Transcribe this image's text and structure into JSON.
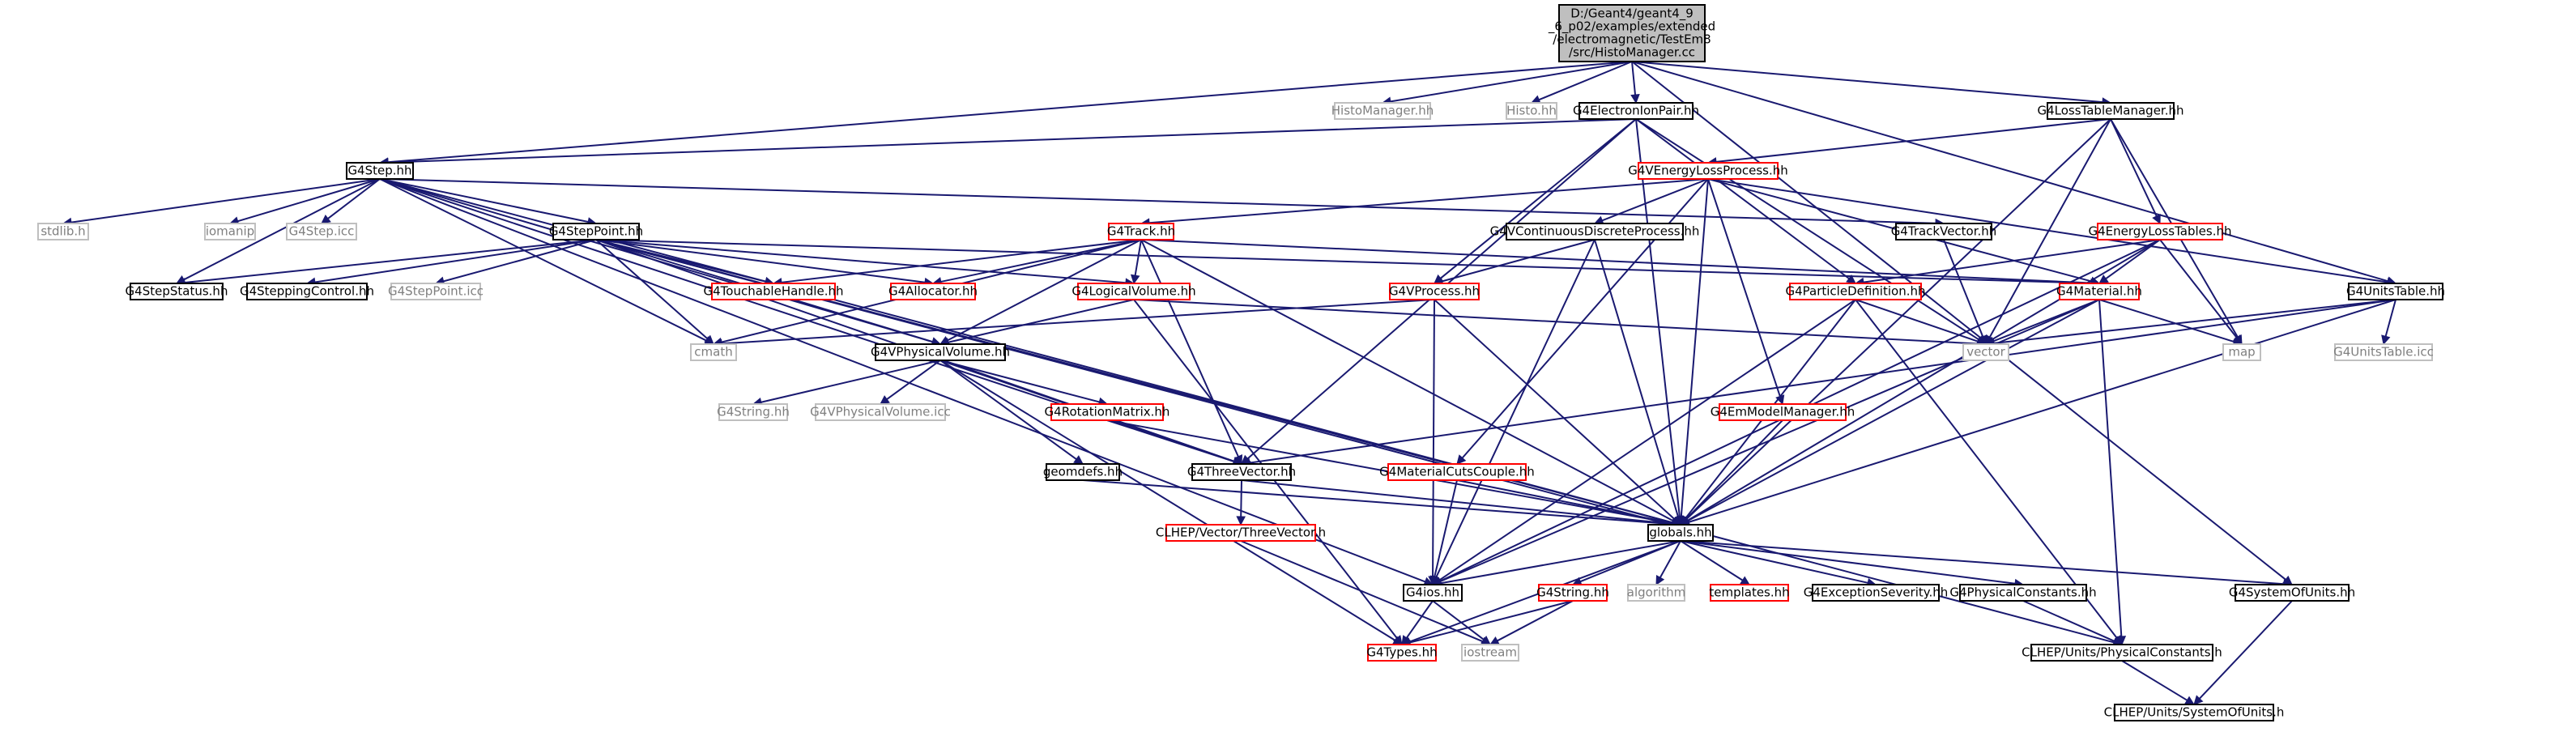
{
  "nodes": [
    {
      "id": "HistoManager.cc",
      "label": "D:/Geant4/geant4_9\n_6_p02/examples/extended\n/electromagnetic/TestEm8\n/src/HistoManager.cc",
      "style": "root"
    },
    {
      "id": "HistoManager.hh",
      "label": "HistoManager.hh",
      "style": "external"
    },
    {
      "id": "Histo.hh",
      "label": "Histo.hh",
      "style": "external"
    },
    {
      "id": "G4ElectronIonPair.hh",
      "label": "G4ElectronIonPair.hh",
      "style": "normal"
    },
    {
      "id": "G4LossTableManager.hh",
      "label": "G4LossTableManager.hh",
      "style": "normal"
    },
    {
      "id": "G4Step.hh",
      "label": "G4Step.hh",
      "style": "normal"
    },
    {
      "id": "G4VEnergyLossProcess.hh",
      "label": "G4VEnergyLossProcess.hh",
      "style": "truncated"
    },
    {
      "id": "stdlib.h",
      "label": "stdlib.h",
      "style": "external"
    },
    {
      "id": "iomanip",
      "label": "iomanip",
      "style": "external"
    },
    {
      "id": "G4Step.icc",
      "label": "G4Step.icc",
      "style": "external"
    },
    {
      "id": "G4StepPoint.hh",
      "label": "G4StepPoint.hh",
      "style": "normal"
    },
    {
      "id": "G4Track.hh",
      "label": "G4Track.hh",
      "style": "truncated"
    },
    {
      "id": "G4VContinuousDiscreteProcess.hh",
      "label": "G4VContinuousDiscreteProcess.hh",
      "style": "normal"
    },
    {
      "id": "G4TrackVector.hh",
      "label": "G4TrackVector.hh",
      "style": "normal"
    },
    {
      "id": "G4EnergyLossTables.hh",
      "label": "G4EnergyLossTables.hh",
      "style": "truncated"
    },
    {
      "id": "G4StepStatus.hh",
      "label": "G4StepStatus.hh",
      "style": "normal"
    },
    {
      "id": "G4SteppingControl.hh",
      "label": "G4SteppingControl.hh",
      "style": "normal"
    },
    {
      "id": "G4StepPoint.icc",
      "label": "G4StepPoint.icc",
      "style": "external"
    },
    {
      "id": "G4TouchableHandle.hh",
      "label": "G4TouchableHandle.hh",
      "style": "truncated"
    },
    {
      "id": "G4Allocator.hh",
      "label": "G4Allocator.hh",
      "style": "truncated"
    },
    {
      "id": "G4LogicalVolume.hh",
      "label": "G4LogicalVolume.hh",
      "style": "truncated"
    },
    {
      "id": "G4VProcess.hh",
      "label": "G4VProcess.hh",
      "style": "truncated"
    },
    {
      "id": "G4ParticleDefinition.hh",
      "label": "G4ParticleDefinition.hh",
      "style": "truncated"
    },
    {
      "id": "G4Material.hh",
      "label": "G4Material.hh",
      "style": "truncated"
    },
    {
      "id": "G4UnitsTable.hh",
      "label": "G4UnitsTable.hh",
      "style": "normal"
    },
    {
      "id": "cmath",
      "label": "cmath",
      "style": "external"
    },
    {
      "id": "G4VPhysicalVolume.hh",
      "label": "G4VPhysicalVolume.hh",
      "style": "normal"
    },
    {
      "id": "vector",
      "label": "vector",
      "style": "external"
    },
    {
      "id": "map",
      "label": "map",
      "style": "external"
    },
    {
      "id": "G4UnitsTable.icc",
      "label": "G4UnitsTable.icc",
      "style": "external"
    },
    {
      "id": "G4String.hh_ext",
      "label": "G4String.hh",
      "style": "external"
    },
    {
      "id": "G4VPhysicalVolume.icc",
      "label": "G4VPhysicalVolume.icc",
      "style": "external"
    },
    {
      "id": "G4RotationMatrix.hh",
      "label": "G4RotationMatrix.hh",
      "style": "truncated"
    },
    {
      "id": "G4EmModelManager.hh",
      "label": "G4EmModelManager.hh",
      "style": "truncated"
    },
    {
      "id": "geomdefs.hh",
      "label": "geomdefs.hh",
      "style": "normal"
    },
    {
      "id": "G4ThreeVector.hh",
      "label": "G4ThreeVector.hh",
      "style": "normal"
    },
    {
      "id": "G4MaterialCutsCouple.hh",
      "label": "G4MaterialCutsCouple.hh",
      "style": "truncated"
    },
    {
      "id": "CLHEP/Vector/ThreeVector.h",
      "label": "CLHEP/Vector/ThreeVector.h",
      "style": "truncated"
    },
    {
      "id": "globals.hh",
      "label": "globals.hh",
      "style": "normal"
    },
    {
      "id": "G4ios.hh",
      "label": "G4ios.hh",
      "style": "normal"
    },
    {
      "id": "G4String.hh",
      "label": "G4String.hh",
      "style": "truncated"
    },
    {
      "id": "algorithm",
      "label": "algorithm",
      "style": "external"
    },
    {
      "id": "templates.hh",
      "label": "templates.hh",
      "style": "truncated"
    },
    {
      "id": "G4ExceptionSeverity.hh",
      "label": "G4ExceptionSeverity.hh",
      "style": "normal"
    },
    {
      "id": "G4PhysicalConstants.hh",
      "label": "G4PhysicalConstants.hh",
      "style": "normal"
    },
    {
      "id": "G4SystemOfUnits.hh",
      "label": "G4SystemOfUnits.hh",
      "style": "normal"
    },
    {
      "id": "G4Types.hh",
      "label": "G4Types.hh",
      "style": "truncated"
    },
    {
      "id": "iostream",
      "label": "iostream",
      "style": "external"
    },
    {
      "id": "CLHEP/Units/PhysicalConstants.h",
      "label": "CLHEP/Units/PhysicalConstants.h",
      "style": "normal"
    },
    {
      "id": "CLHEP/Units/SystemOfUnits.h",
      "label": "CLHEP/Units/SystemOfUnits.h",
      "style": "normal"
    }
  ],
  "edges": [
    [
      "HistoManager.cc",
      "HistoManager.hh"
    ],
    [
      "HistoManager.cc",
      "Histo.hh"
    ],
    [
      "HistoManager.cc",
      "G4ElectronIonPair.hh"
    ],
    [
      "HistoManager.cc",
      "G4LossTableManager.hh"
    ],
    [
      "HistoManager.cc",
      "G4Step.hh"
    ],
    [
      "HistoManager.cc",
      "G4UnitsTable.hh"
    ],
    [
      "HistoManager.cc",
      "G4SystemOfUnits.hh"
    ],
    [
      "G4ElectronIonPair.hh",
      "G4Step.hh"
    ],
    [
      "G4ElectronIonPair.hh",
      "G4VProcess.hh"
    ],
    [
      "G4ElectronIonPair.hh",
      "G4ParticleDefinition.hh"
    ],
    [
      "G4ElectronIonPair.hh",
      "globals.hh"
    ],
    [
      "G4ElectronIonPair.hh",
      "G4ThreeVector.hh"
    ],
    [
      "G4ElectronIonPair.hh",
      "vector"
    ],
    [
      "G4LossTableManager.hh",
      "G4VEnergyLossProcess.hh"
    ],
    [
      "G4LossTableManager.hh",
      "G4EnergyLossTables.hh"
    ],
    [
      "G4LossTableManager.hh",
      "map"
    ],
    [
      "G4LossTableManager.hh",
      "vector"
    ],
    [
      "G4LossTableManager.hh",
      "globals.hh"
    ],
    [
      "G4Step.hh",
      "stdlib.h"
    ],
    [
      "G4Step.hh",
      "iomanip"
    ],
    [
      "G4Step.hh",
      "G4Step.icc"
    ],
    [
      "G4Step.hh",
      "G4StepPoint.hh"
    ],
    [
      "G4Step.hh",
      "G4StepStatus.hh"
    ],
    [
      "G4Step.hh",
      "G4TrackVector.hh"
    ],
    [
      "G4Step.hh",
      "G4ThreeVector.hh"
    ],
    [
      "G4Step.hh",
      "G4VPhysicalVolume.hh"
    ],
    [
      "G4Step.hh",
      "globals.hh"
    ],
    [
      "G4Step.hh",
      "G4ios.hh"
    ],
    [
      "G4Step.hh",
      "cmath"
    ],
    [
      "G4VEnergyLossProcess.hh",
      "G4Track.hh"
    ],
    [
      "G4VEnergyLossProcess.hh",
      "G4VContinuousDiscreteProcess.hh"
    ],
    [
      "G4VEnergyLossProcess.hh",
      "G4Material.hh"
    ],
    [
      "G4VEnergyLossProcess.hh",
      "G4EmModelManager.hh"
    ],
    [
      "G4VEnergyLossProcess.hh",
      "G4MaterialCutsCouple.hh"
    ],
    [
      "G4VEnergyLossProcess.hh",
      "globals.hh"
    ],
    [
      "G4VEnergyLossProcess.hh",
      "G4UnitsTable.hh"
    ],
    [
      "G4StepPoint.hh",
      "G4StepStatus.hh"
    ],
    [
      "G4StepPoint.hh",
      "G4SteppingControl.hh"
    ],
    [
      "G4StepPoint.hh",
      "G4StepPoint.icc"
    ],
    [
      "G4StepPoint.hh",
      "G4TouchableHandle.hh"
    ],
    [
      "G4StepPoint.hh",
      "G4Allocator.hh"
    ],
    [
      "G4StepPoint.hh",
      "G4LogicalVolume.hh"
    ],
    [
      "G4StepPoint.hh",
      "G4Material.hh"
    ],
    [
      "G4StepPoint.hh",
      "cmath"
    ],
    [
      "G4StepPoint.hh",
      "G4VPhysicalVolume.hh"
    ],
    [
      "G4StepPoint.hh",
      "G4ThreeVector.hh"
    ],
    [
      "G4StepPoint.hh",
      "globals.hh"
    ],
    [
      "G4StepPoint.hh",
      "CLHEP/Units/PhysicalConstants.h"
    ],
    [
      "G4Track.hh",
      "G4TouchableHandle.hh"
    ],
    [
      "G4Track.hh",
      "G4Allocator.hh"
    ],
    [
      "G4Track.hh",
      "G4LogicalVolume.hh"
    ],
    [
      "G4Track.hh",
      "G4Material.hh"
    ],
    [
      "G4Track.hh",
      "cmath"
    ],
    [
      "G4Track.hh",
      "G4VPhysicalVolume.hh"
    ],
    [
      "G4Track.hh",
      "G4ThreeVector.hh"
    ],
    [
      "G4Track.hh",
      "globals.hh"
    ],
    [
      "G4VContinuousDiscreteProcess.hh",
      "G4VProcess.hh"
    ],
    [
      "G4VContinuousDiscreteProcess.hh",
      "globals.hh"
    ],
    [
      "G4VContinuousDiscreteProcess.hh",
      "G4ios.hh"
    ],
    [
      "G4TrackVector.hh",
      "vector"
    ],
    [
      "G4EnergyLossTables.hh",
      "G4ParticleDefinition.hh"
    ],
    [
      "G4EnergyLossTables.hh",
      "G4Material.hh"
    ],
    [
      "G4EnergyLossTables.hh",
      "map"
    ],
    [
      "G4EnergyLossTables.hh",
      "globals.hh"
    ],
    [
      "G4EnergyLossTables.hh",
      "G4ios.hh"
    ],
    [
      "G4LogicalVolume.hh",
      "G4VPhysicalVolume.hh"
    ],
    [
      "G4LogicalVolume.hh",
      "vector"
    ],
    [
      "G4LogicalVolume.hh",
      "G4Types.hh"
    ],
    [
      "G4VProcess.hh",
      "cmath"
    ],
    [
      "G4VProcess.hh",
      "globals.hh"
    ],
    [
      "G4VProcess.hh",
      "G4ios.hh"
    ],
    [
      "G4ParticleDefinition.hh",
      "vector"
    ],
    [
      "G4ParticleDefinition.hh",
      "globals.hh"
    ],
    [
      "G4ParticleDefinition.hh",
      "G4ios.hh"
    ],
    [
      "G4ParticleDefinition.hh",
      "CLHEP/Units/PhysicalConstants.h"
    ],
    [
      "G4Material.hh",
      "vector"
    ],
    [
      "G4Material.hh",
      "map"
    ],
    [
      "G4Material.hh",
      "globals.hh"
    ],
    [
      "G4Material.hh",
      "G4ios.hh"
    ],
    [
      "G4Material.hh",
      "CLHEP/Units/PhysicalConstants.h"
    ],
    [
      "G4UnitsTable.hh",
      "vector"
    ],
    [
      "G4UnitsTable.hh",
      "G4UnitsTable.icc"
    ],
    [
      "G4UnitsTable.hh",
      "globals.hh"
    ],
    [
      "G4UnitsTable.hh",
      "G4ThreeVector.hh"
    ],
    [
      "G4VPhysicalVolume.hh",
      "G4String.hh_ext"
    ],
    [
      "G4VPhysicalVolume.hh",
      "G4VPhysicalVolume.icc"
    ],
    [
      "G4VPhysicalVolume.hh",
      "G4RotationMatrix.hh"
    ],
    [
      "G4VPhysicalVolume.hh",
      "geomdefs.hh"
    ],
    [
      "G4VPhysicalVolume.hh",
      "G4ThreeVector.hh"
    ],
    [
      "G4VPhysicalVolume.hh",
      "G4Types.hh"
    ],
    [
      "G4RotationMatrix.hh",
      "G4ThreeVector.hh"
    ],
    [
      "G4RotationMatrix.hh",
      "globals.hh"
    ],
    [
      "G4EmModelManager.hh",
      "globals.hh"
    ],
    [
      "geomdefs.hh",
      "globals.hh"
    ],
    [
      "G4ThreeVector.hh",
      "CLHEP/Vector/ThreeVector.h"
    ],
    [
      "G4ThreeVector.hh",
      "globals.hh"
    ],
    [
      "G4MaterialCutsCouple.hh",
      "globals.hh"
    ],
    [
      "G4MaterialCutsCouple.hh",
      "G4ios.hh"
    ],
    [
      "CLHEP/Vector/ThreeVector.h",
      "iostream"
    ],
    [
      "globals.hh",
      "G4ios.hh"
    ],
    [
      "globals.hh",
      "G4String.hh"
    ],
    [
      "globals.hh",
      "algorithm"
    ],
    [
      "globals.hh",
      "templates.hh"
    ],
    [
      "globals.hh",
      "G4ExceptionSeverity.hh"
    ],
    [
      "globals.hh",
      "G4PhysicalConstants.hh"
    ],
    [
      "globals.hh",
      "G4SystemOfUnits.hh"
    ],
    [
      "globals.hh",
      "G4Types.hh"
    ],
    [
      "G4ios.hh",
      "G4Types.hh"
    ],
    [
      "G4ios.hh",
      "iostream"
    ],
    [
      "G4String.hh",
      "G4Types.hh"
    ],
    [
      "G4String.hh",
      "iostream"
    ],
    [
      "G4PhysicalConstants.hh",
      "CLHEP/Units/PhysicalConstants.h"
    ],
    [
      "G4SystemOfUnits.hh",
      "CLHEP/Units/SystemOfUnits.h"
    ],
    [
      "CLHEP/Units/PhysicalConstants.h",
      "CLHEP/Units/SystemOfUnits.h"
    ]
  ],
  "colors": {
    "normal_border": "#000000",
    "truncated_border": "#ff0000",
    "external_border": "#bfbfbf",
    "root_fill": "#bfbfbf",
    "normal_text": "#000000",
    "external_text": "#7f7f7f",
    "edge": "#191970"
  }
}
